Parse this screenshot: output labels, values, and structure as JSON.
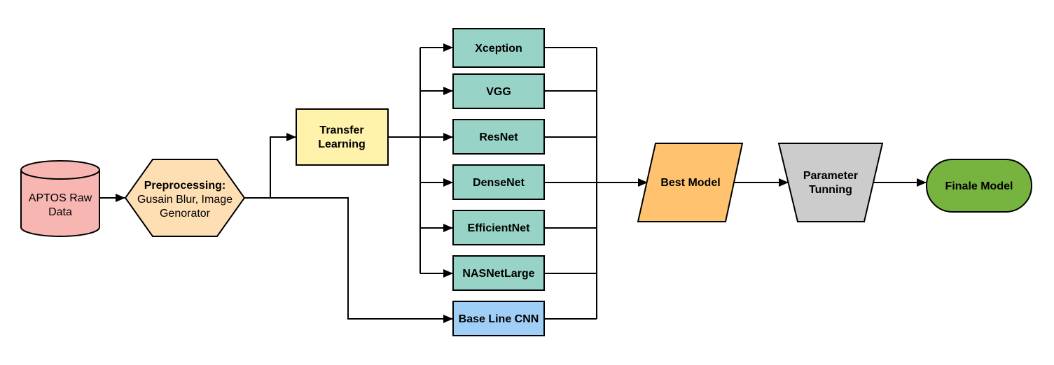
{
  "colors": {
    "raw_data": "#f8b6b2",
    "preprocessing": "#fedfb3",
    "transfer": "#fff2ab",
    "model": "#97d3c6",
    "baseline": "#9fcef6",
    "best": "#ffc370",
    "tuning": "#cccccc",
    "final": "#77b43f",
    "line": "#000000"
  },
  "nodes": {
    "raw_data": {
      "line1": "APTOS Raw",
      "line2": "Data"
    },
    "preprocessing": {
      "title": "Preprocessing:",
      "line2": "Gusain Blur, Image",
      "line3": "Genorator"
    },
    "transfer": {
      "line1": "Transfer",
      "line2": "Learning"
    },
    "models": [
      {
        "name": "xception",
        "label": "Xception"
      },
      {
        "name": "vgg",
        "label": "VGG"
      },
      {
        "name": "resnet",
        "label": "ResNet"
      },
      {
        "name": "densenet",
        "label": "DenseNet"
      },
      {
        "name": "efficientnet",
        "label": "EfficientNet"
      },
      {
        "name": "nasnetlarge",
        "label": "NASNetLarge"
      }
    ],
    "baseline": {
      "label": "Base Line CNN"
    },
    "best": {
      "label": "Best Model"
    },
    "tuning": {
      "line1": "Parameter",
      "line2": "Tunning"
    },
    "final": {
      "label": "Finale Model"
    }
  }
}
